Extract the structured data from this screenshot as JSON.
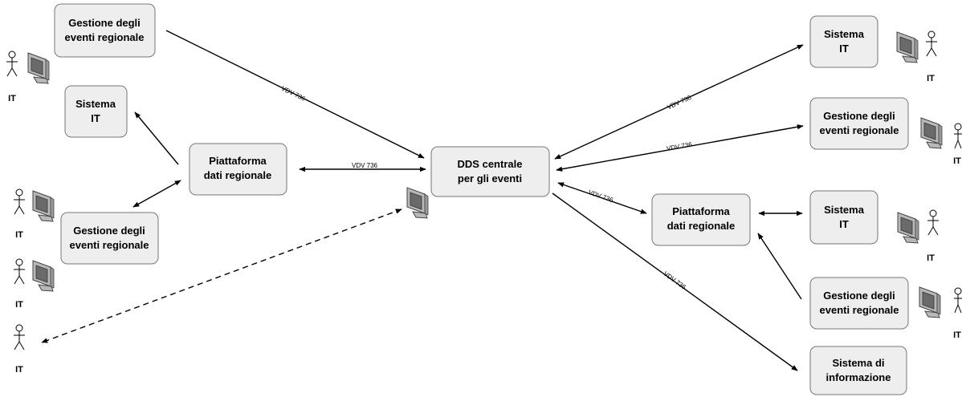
{
  "colors": {
    "box_fill": "#eeeeee",
    "box_stroke": "#777777",
    "line": "#000000",
    "monitor_frame": "#b8b8b8",
    "monitor_screen": "#6a6a6a"
  },
  "labels": {
    "protocol": "VDV 736",
    "actor": "IT"
  },
  "boxes": {
    "central": [
      "DDS centrale",
      "per gli eventi"
    ],
    "left_event_top": [
      "Gestione degli",
      "eventi regionale"
    ],
    "left_sistema": [
      "Sistema",
      "IT"
    ],
    "left_platform": [
      "Piattaforma",
      "dati regionale"
    ],
    "left_event_bottom": [
      "Gestione degli",
      "eventi regionale"
    ],
    "right_sistema_top": [
      "Sistema",
      "IT"
    ],
    "right_event_top": [
      "Gestione degli",
      "eventi regionale"
    ],
    "right_platform": [
      "Piattaforma",
      "dati regionale"
    ],
    "right_sistema_mid": [
      "Sistema",
      "IT"
    ],
    "right_event_bottom": [
      "Gestione degli",
      "eventi regionale"
    ],
    "right_info": [
      "Sistema di",
      "informazione"
    ]
  },
  "icons": {
    "user": "stick-figure-icon",
    "computer": "monitor-icon"
  }
}
